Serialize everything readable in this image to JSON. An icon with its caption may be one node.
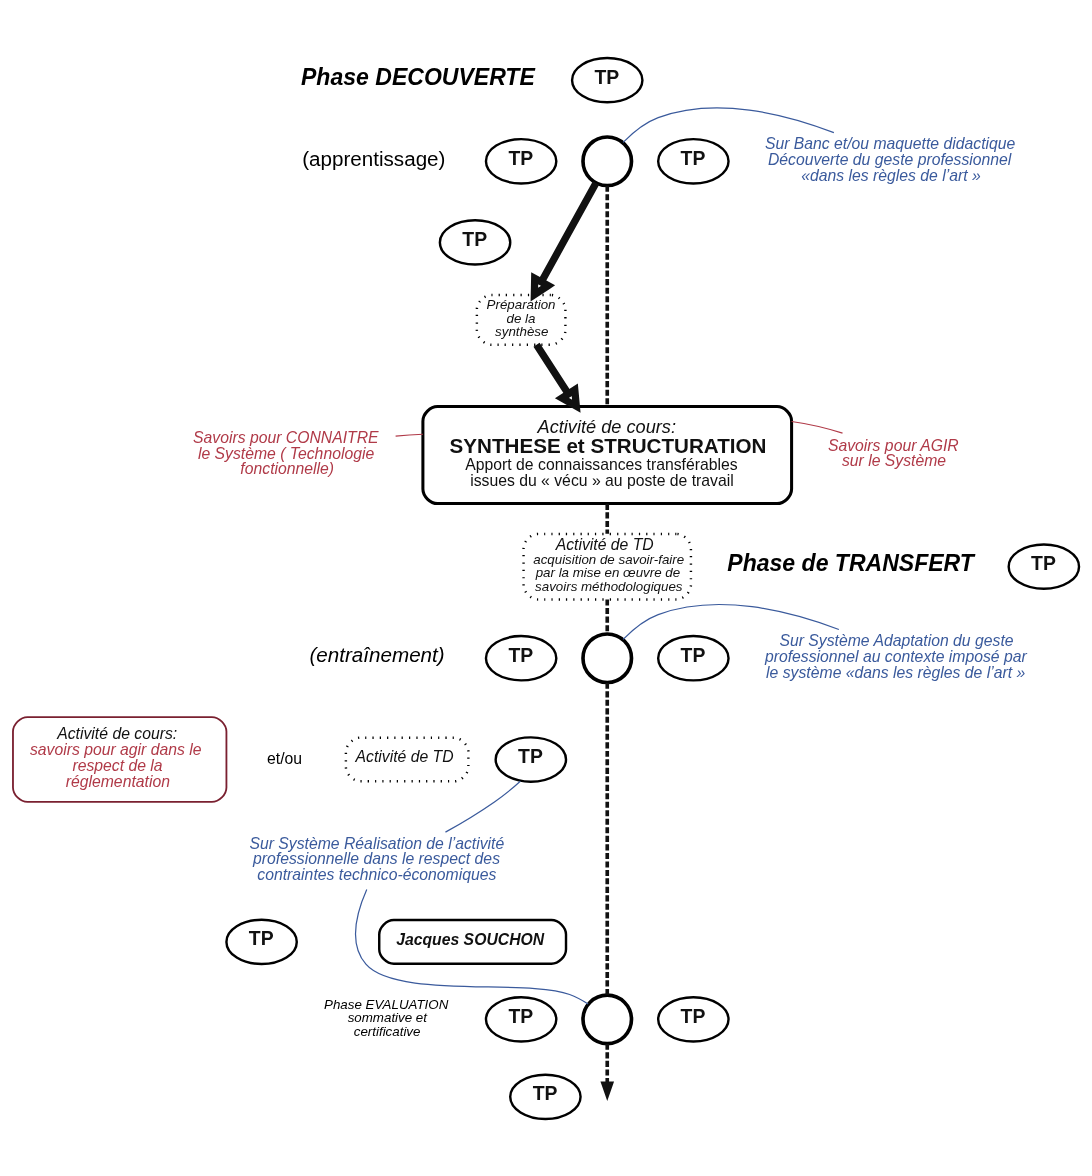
{
  "diagram": {
    "nodes": [
      {
        "text": [
          "TP"
        ]
      },
      {
        "text": [
          "TP"
        ]
      },
      {
        "text": [
          "TP"
        ]
      },
      {
        "text": [
          "TP"
        ]
      },
      {
        "text": [],
        "shape": "circle"
      },
      {
        "text": [
          "Sur Banc et/ou maquette didactique Découverte du geste professionnel «dans les règles de l’art »"
        ]
      },
      {
        "text": [
          "Préparation de la synthèse"
        ]
      },
      {
        "text": [
          "Activité de cours:",
          "SYNTHESE et STRUCTURATION",
          "Apport de connaissances transférables issues du « vécu » au poste de travail"
        ]
      },
      {
        "text": [
          "Savoirs pour CONNAITRE le Système ( Technologie fonctionnelle)"
        ]
      },
      {
        "text": [
          "Savoirs pour AGIR sur le Système"
        ]
      },
      {
        "text": [
          "Activité de TD",
          "acquisition de savoir-faire par la mise en œuvre de savoirs méthodologiques"
        ]
      },
      {
        "text": [
          "TP"
        ]
      },
      {
        "text": [
          "TP"
        ]
      },
      {
        "text": [
          "TP"
        ]
      },
      {
        "text": [
          "TP"
        ]
      },
      {
        "text": [],
        "shape": "circle"
      },
      {
        "text": [
          "Sur Système Adaptation du geste professionnel au contexte imposé par le système «dans les règles de l’art »"
        ]
      },
      {
        "text": [
          "Activité de TD"
        ]
      },
      {
        "text": [
          "Activité de cours:",
          "savoirs pour agir dans le respect de la réglementation"
        ]
      },
      {
        "text": [
          "Sur Système Réalisation de l’activité professionnelle dans le respect des contraintes technico-économiques"
        ]
      },
      {
        "text": [
          "TP"
        ]
      },
      {
        "text": [
          "TP"
        ]
      },
      {
        "text": [
          "TP"
        ]
      },
      {
        "text": [
          "TP"
        ]
      },
      {
        "text": [],
        "shape": "circle"
      },
      {
        "text": [
          "Jacques SOUCHON"
        ]
      }
    ],
    "edges": [
      {
        "from": 5,
        "to": 4,
        "arrow": "none",
        "color": "#3a5a9c"
      },
      {
        "from": 4,
        "to": 6,
        "arrow": "to",
        "style": "thick"
      },
      {
        "from": 6,
        "to": 7,
        "arrow": "to",
        "style": "thick"
      },
      {
        "from": 4,
        "to": 7,
        "arrow": "none",
        "style": "dashed"
      },
      {
        "from": 8,
        "to": 7,
        "arrow": "none",
        "color": "#b03a48"
      },
      {
        "from": 9,
        "to": 7,
        "arrow": "none",
        "color": "#b03a48"
      },
      {
        "from": 7,
        "to": 10,
        "arrow": "none",
        "style": "dashed"
      },
      {
        "from": 10,
        "to": 15,
        "arrow": "none",
        "style": "dashed"
      },
      {
        "from": 16,
        "to": 15,
        "arrow": "none",
        "color": "#3a5a9c"
      },
      {
        "from": 19,
        "to": 14,
        "arrow": "none",
        "color": "#3a5a9c"
      },
      {
        "from": 19,
        "to": 24,
        "arrow": "none",
        "color": "#3a5a9c"
      },
      {
        "from": 15,
        "to": 24,
        "arrow": "none",
        "style": "dashed"
      },
      {
        "from": 24,
        "to": null,
        "arrow": "to",
        "style": "dashed"
      }
    ],
    "labels": [
      "Phase DECOUVERTE",
      "(apprentissage)",
      "Phase de TRANSFERT",
      "(entraînement)",
      "et/ou",
      "Phase EVALUATION sommative et certificative"
    ]
  }
}
